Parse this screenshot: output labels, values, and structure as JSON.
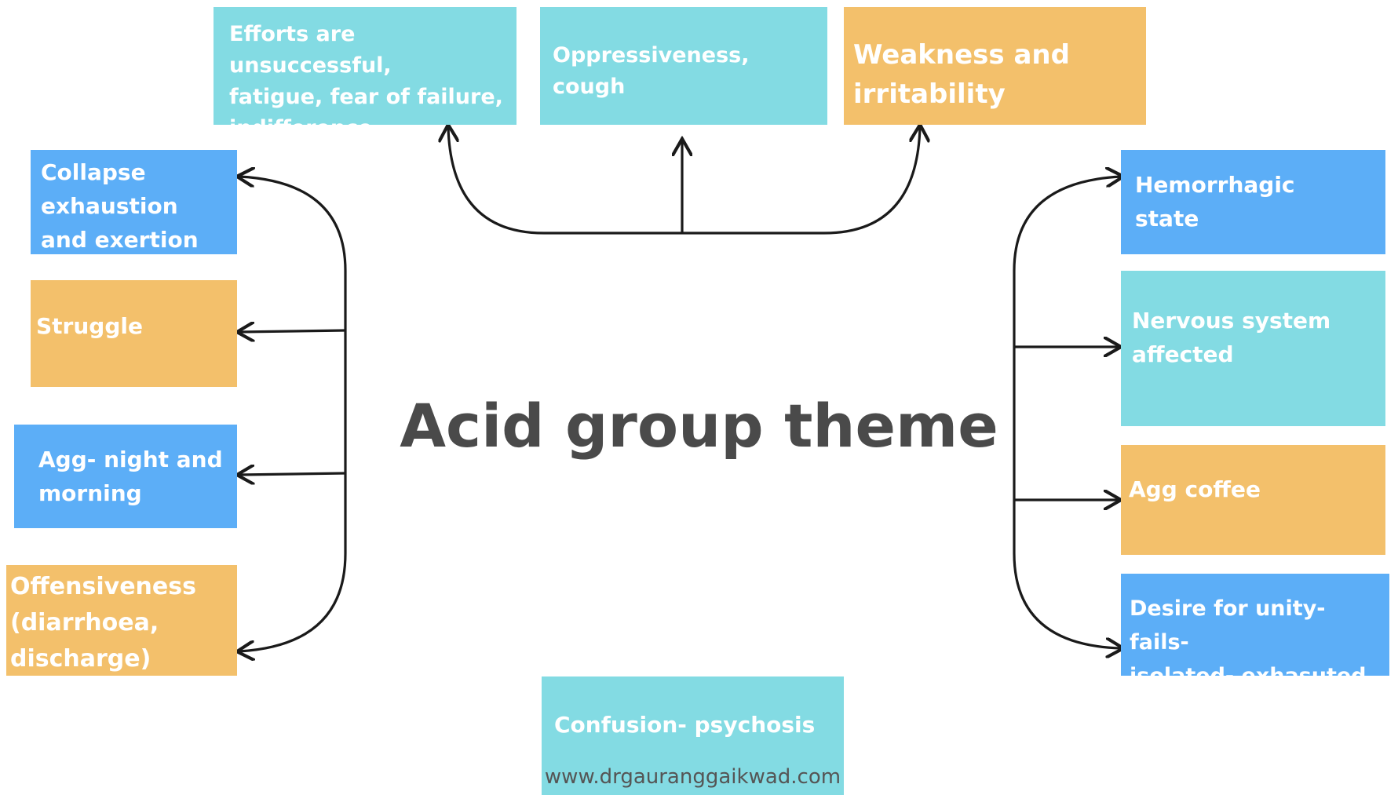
{
  "title": "Acid group theme",
  "website": "www.drgauranggaikwad.com",
  "colors": {
    "teal": "#83dbe3",
    "orange": "#f3c06b",
    "blue": "#5caef7",
    "title": "#4a4a4a",
    "arrow": "#1a1a1a"
  },
  "top": {
    "efforts": "Efforts are unsuccessful,\nfatigue, fear of failure,\nindifference",
    "oppressiveness": "Oppressiveness, cough",
    "weakness": "Weakness and\nirritability"
  },
  "left": {
    "collapse": "Collapse\nexhaustion\nand exertion",
    "struggle": "Struggle",
    "agg_night": "Agg- night and\nmorning",
    "offensiveness": "Offensiveness\n(diarrhoea,\ndischarge)"
  },
  "right": {
    "hemorrhagic": "Hemorrhagic\nstate",
    "nervous": "Nervous system\naffected",
    "agg_coffee": "Agg coffee",
    "unity": "Desire for unity- fails-\nisolated- exhasuted"
  },
  "bottom": {
    "confusion": "Confusion- psychosis"
  }
}
